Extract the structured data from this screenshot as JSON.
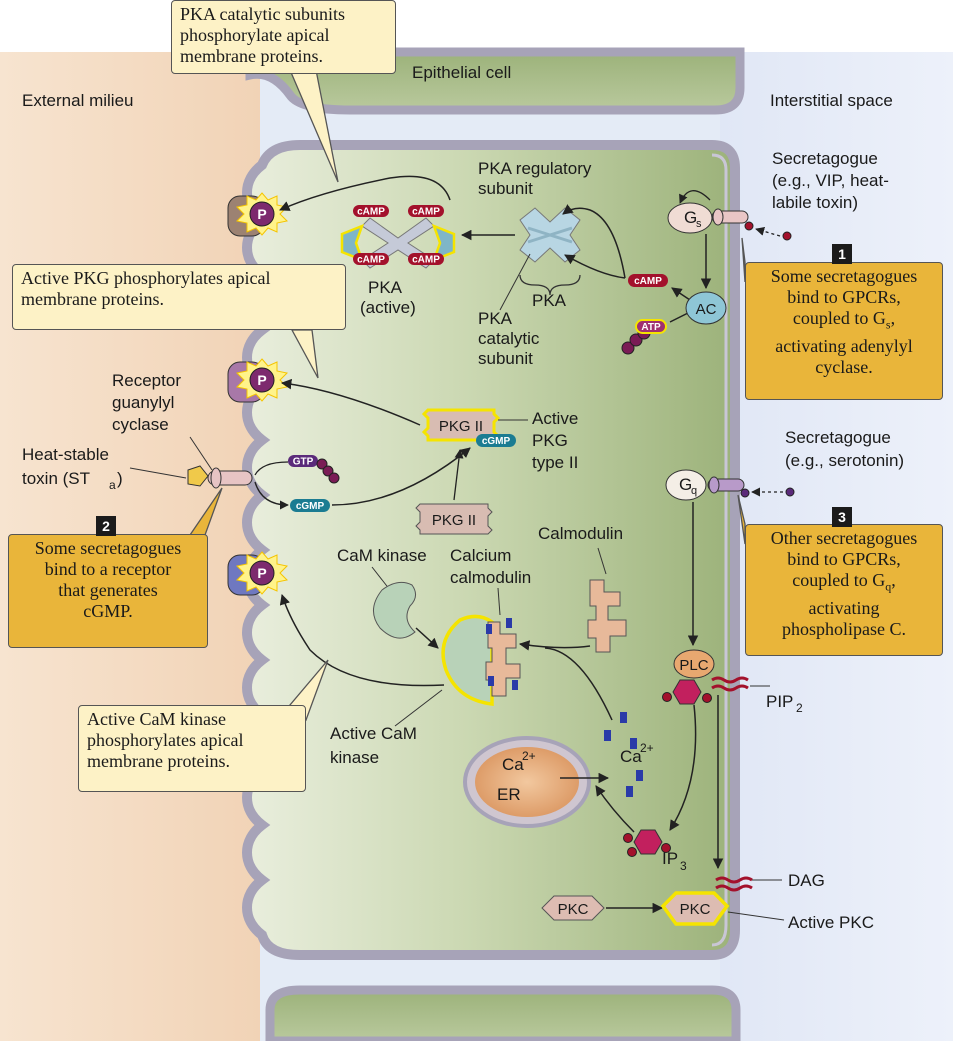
{
  "regions": {
    "external": "External milieu",
    "cell": "Epithelial cell",
    "interstitial": "Interstitial space"
  },
  "callouts": {
    "pka_top": [
      "PKA catalytic subunits",
      "phosphorylate apical",
      "membrane proteins."
    ],
    "pkg": [
      "Active PKG phosphorylates apical",
      "membrane proteins."
    ],
    "camk": [
      "Active CaM kinase",
      "phosphorylates apical",
      "membrane proteins."
    ],
    "step1": [
      "Some secretagogues",
      "bind to GPCRs,",
      "coupled to G",
      "activating adenylyl",
      "cyclase."
    ],
    "step1_sub": "s",
    "step2": [
      "Some secretagogues",
      "bind to a receptor",
      "that generates",
      "cGMP."
    ],
    "step3": [
      "Other secretagogues",
      "bind to GPCRs,",
      "coupled to G",
      "activating",
      "phospholipase C."
    ],
    "step3_sub": "q"
  },
  "badges": {
    "b1": "1",
    "b2": "2",
    "b3": "3"
  },
  "labels": {
    "secretagogue_1": [
      "Secretagogue",
      "(e.g., VIP, heat-",
      "labile toxin)"
    ],
    "secretagogue_3": [
      "Secretagogue",
      "(e.g., serotonin)"
    ],
    "pka_regulatory": [
      "PKA regulatory",
      "subunit"
    ],
    "pka": "PKA",
    "pka_catalytic": [
      "PKA",
      "catalytic",
      "subunit"
    ],
    "pka_active": [
      "PKA",
      "(active)"
    ],
    "receptor_gc": [
      "Receptor",
      "guanylyl",
      "cyclase"
    ],
    "heat_stable": [
      "Heat-stable",
      "toxin (ST"
    ],
    "heat_stable_sub": "a",
    "active_pkg": [
      "Active",
      "PKG",
      "type II"
    ],
    "camk": "CaM kinase",
    "calcium_calmodulin": [
      "Calcium",
      "calmodulin"
    ],
    "calmodulin": "Calmodulin",
    "active_camk": [
      "Active CaM",
      "kinase"
    ],
    "ca2": "Ca",
    "ca2_sup": "2+",
    "er": "ER",
    "ip3": "IP",
    "ip3_sub": "3",
    "pip2": "PIP",
    "pip2_sub": "2",
    "dag": "DAG",
    "active_pkc": "Active PKC"
  },
  "molecules": {
    "gs": "G",
    "gs_sub": "s",
    "gq": "G",
    "gq_sub": "q",
    "ac": "AC",
    "plc": "PLC",
    "pkc": "PKC",
    "pkg2": "PKG II",
    "camp": "cAMP",
    "cgmp": "cGMP",
    "gtp": "GTP",
    "atp": "ATP",
    "p": "P"
  },
  "colors": {
    "cell_fill": "#b6c998",
    "membrane": "#a7a3b8",
    "external_bg": "#f4dcc4",
    "interstitial_bg": "#e5eaf6",
    "callout_gold": "#e9b53a",
    "callout_pale": "#fdf2c6",
    "camp_tag": "#a3112c",
    "cgmp_tag": "#1b7c92",
    "highlight": "#ffe600"
  },
  "icons": [
    "phospho-burst-icon",
    "arrow-icon",
    "pka-complex-icon",
    "gpcr-icon",
    "calmodulin-icon"
  ]
}
